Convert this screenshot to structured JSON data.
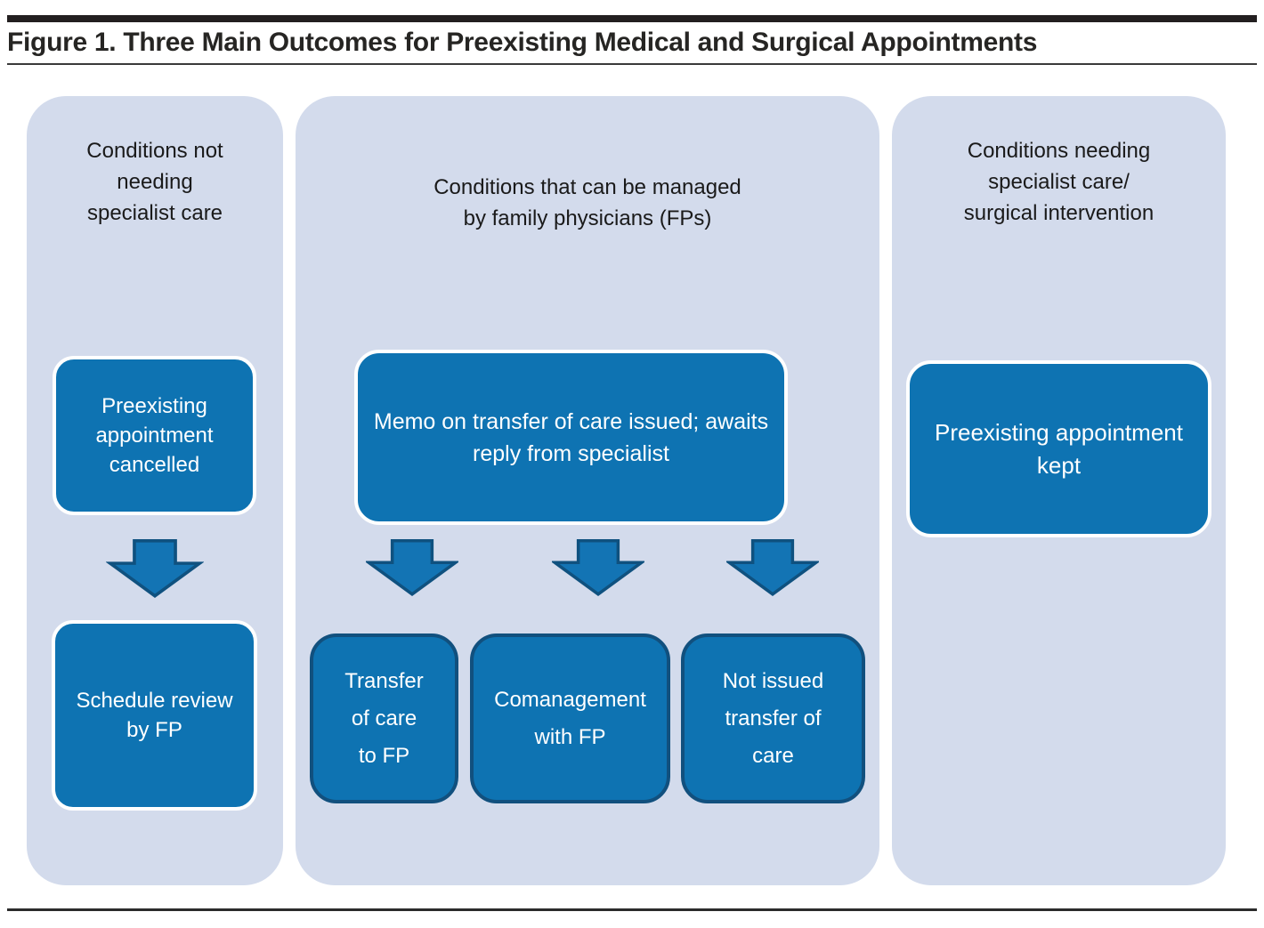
{
  "figure": {
    "title": "Figure 1. Three Main Outcomes for Preexisting Medical and Surgical Appointments"
  },
  "colors": {
    "box_fill": "#0e73b2",
    "box_border_white": "#ffffff",
    "outcome_box_border": "#11507e",
    "arrow_fill": "#1374b4",
    "arrow_stroke": "#0f517f",
    "column_background": "#d3dbec",
    "rule_color": "#231f20",
    "header_text": "#1a1a1a",
    "box_text": "#ffffff"
  },
  "columns": [
    {
      "header": "Conditions not\nneeding\nspecialist care",
      "boxes": [
        "Preexisting\nappointment\ncancelled",
        "Schedule review\nby FP"
      ]
    },
    {
      "header": "Conditions that can be managed\nby family physicians (FPs)",
      "memo_box": "Memo on transfer of care issued; awaits\nreply from specialist",
      "outcome_boxes": [
        "Transfer\nof care\nto FP",
        "Comanagement\nwith FP",
        "Not issued\ntransfer of\ncare"
      ]
    },
    {
      "header": "Conditions needing\nspecialist care/\nsurgical intervention",
      "boxes": [
        "Preexisting appointment\nkept"
      ]
    }
  ]
}
